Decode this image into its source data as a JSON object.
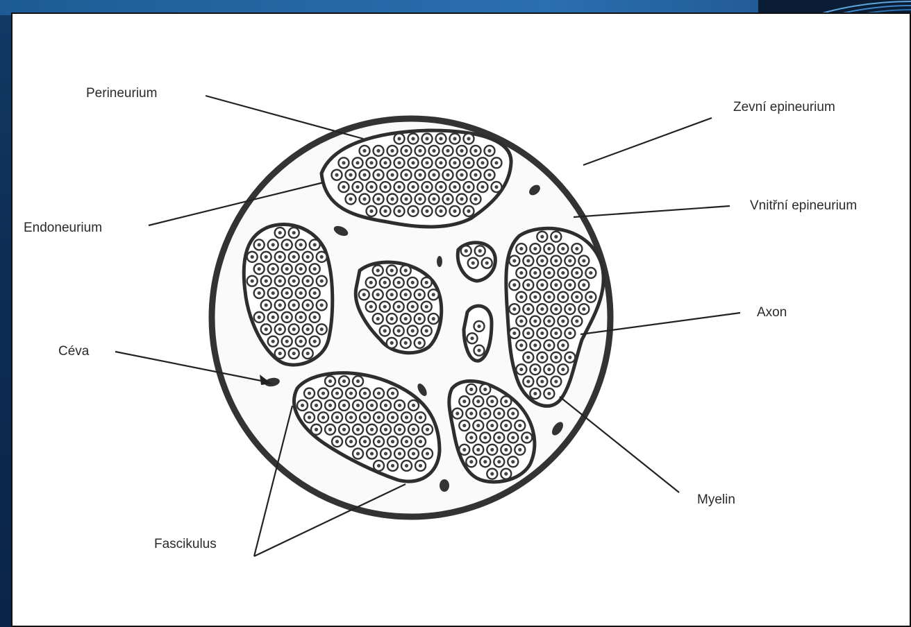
{
  "diagram": {
    "labels": {
      "perineurium": "Perineurium",
      "endoneurium": "Endoneurium",
      "ceva": "Céva",
      "fascikulus": "Fascikulus",
      "zevni_epineurium": "Zevní epineurium",
      "vnitrni_epineurium": "Vnitřní epineurium",
      "axon": "Axon",
      "myelin": "Myelin"
    }
  },
  "colors": {
    "slide_background": "#1b4f8a",
    "panel": "#ffffff",
    "outline": "#333333",
    "line": "#222222"
  }
}
